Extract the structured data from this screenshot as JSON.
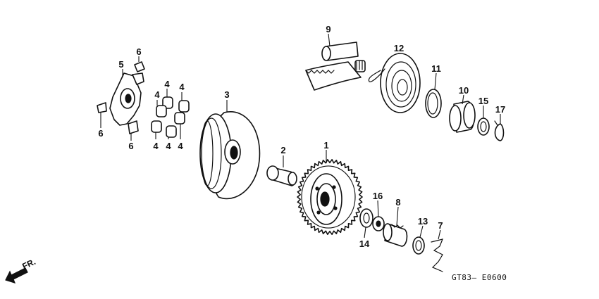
{
  "diagram": {
    "reference_code": "GT83— E0600",
    "direction_label": "FR.",
    "callouts": {
      "c1": "1",
      "c2": "2",
      "c3": "3",
      "c4a": "4",
      "c4b": "4",
      "c4c": "4",
      "c4d": "4",
      "c4e": "4",
      "c4f": "4",
      "c5": "5",
      "c6a": "6",
      "c6b": "6",
      "c6c": "6",
      "c7": "7",
      "c8": "8",
      "c9": "9",
      "c10": "10",
      "c11": "11",
      "c12": "12",
      "c13": "13",
      "c14": "14",
      "c15": "15",
      "c16": "16",
      "c17": "17"
    }
  }
}
